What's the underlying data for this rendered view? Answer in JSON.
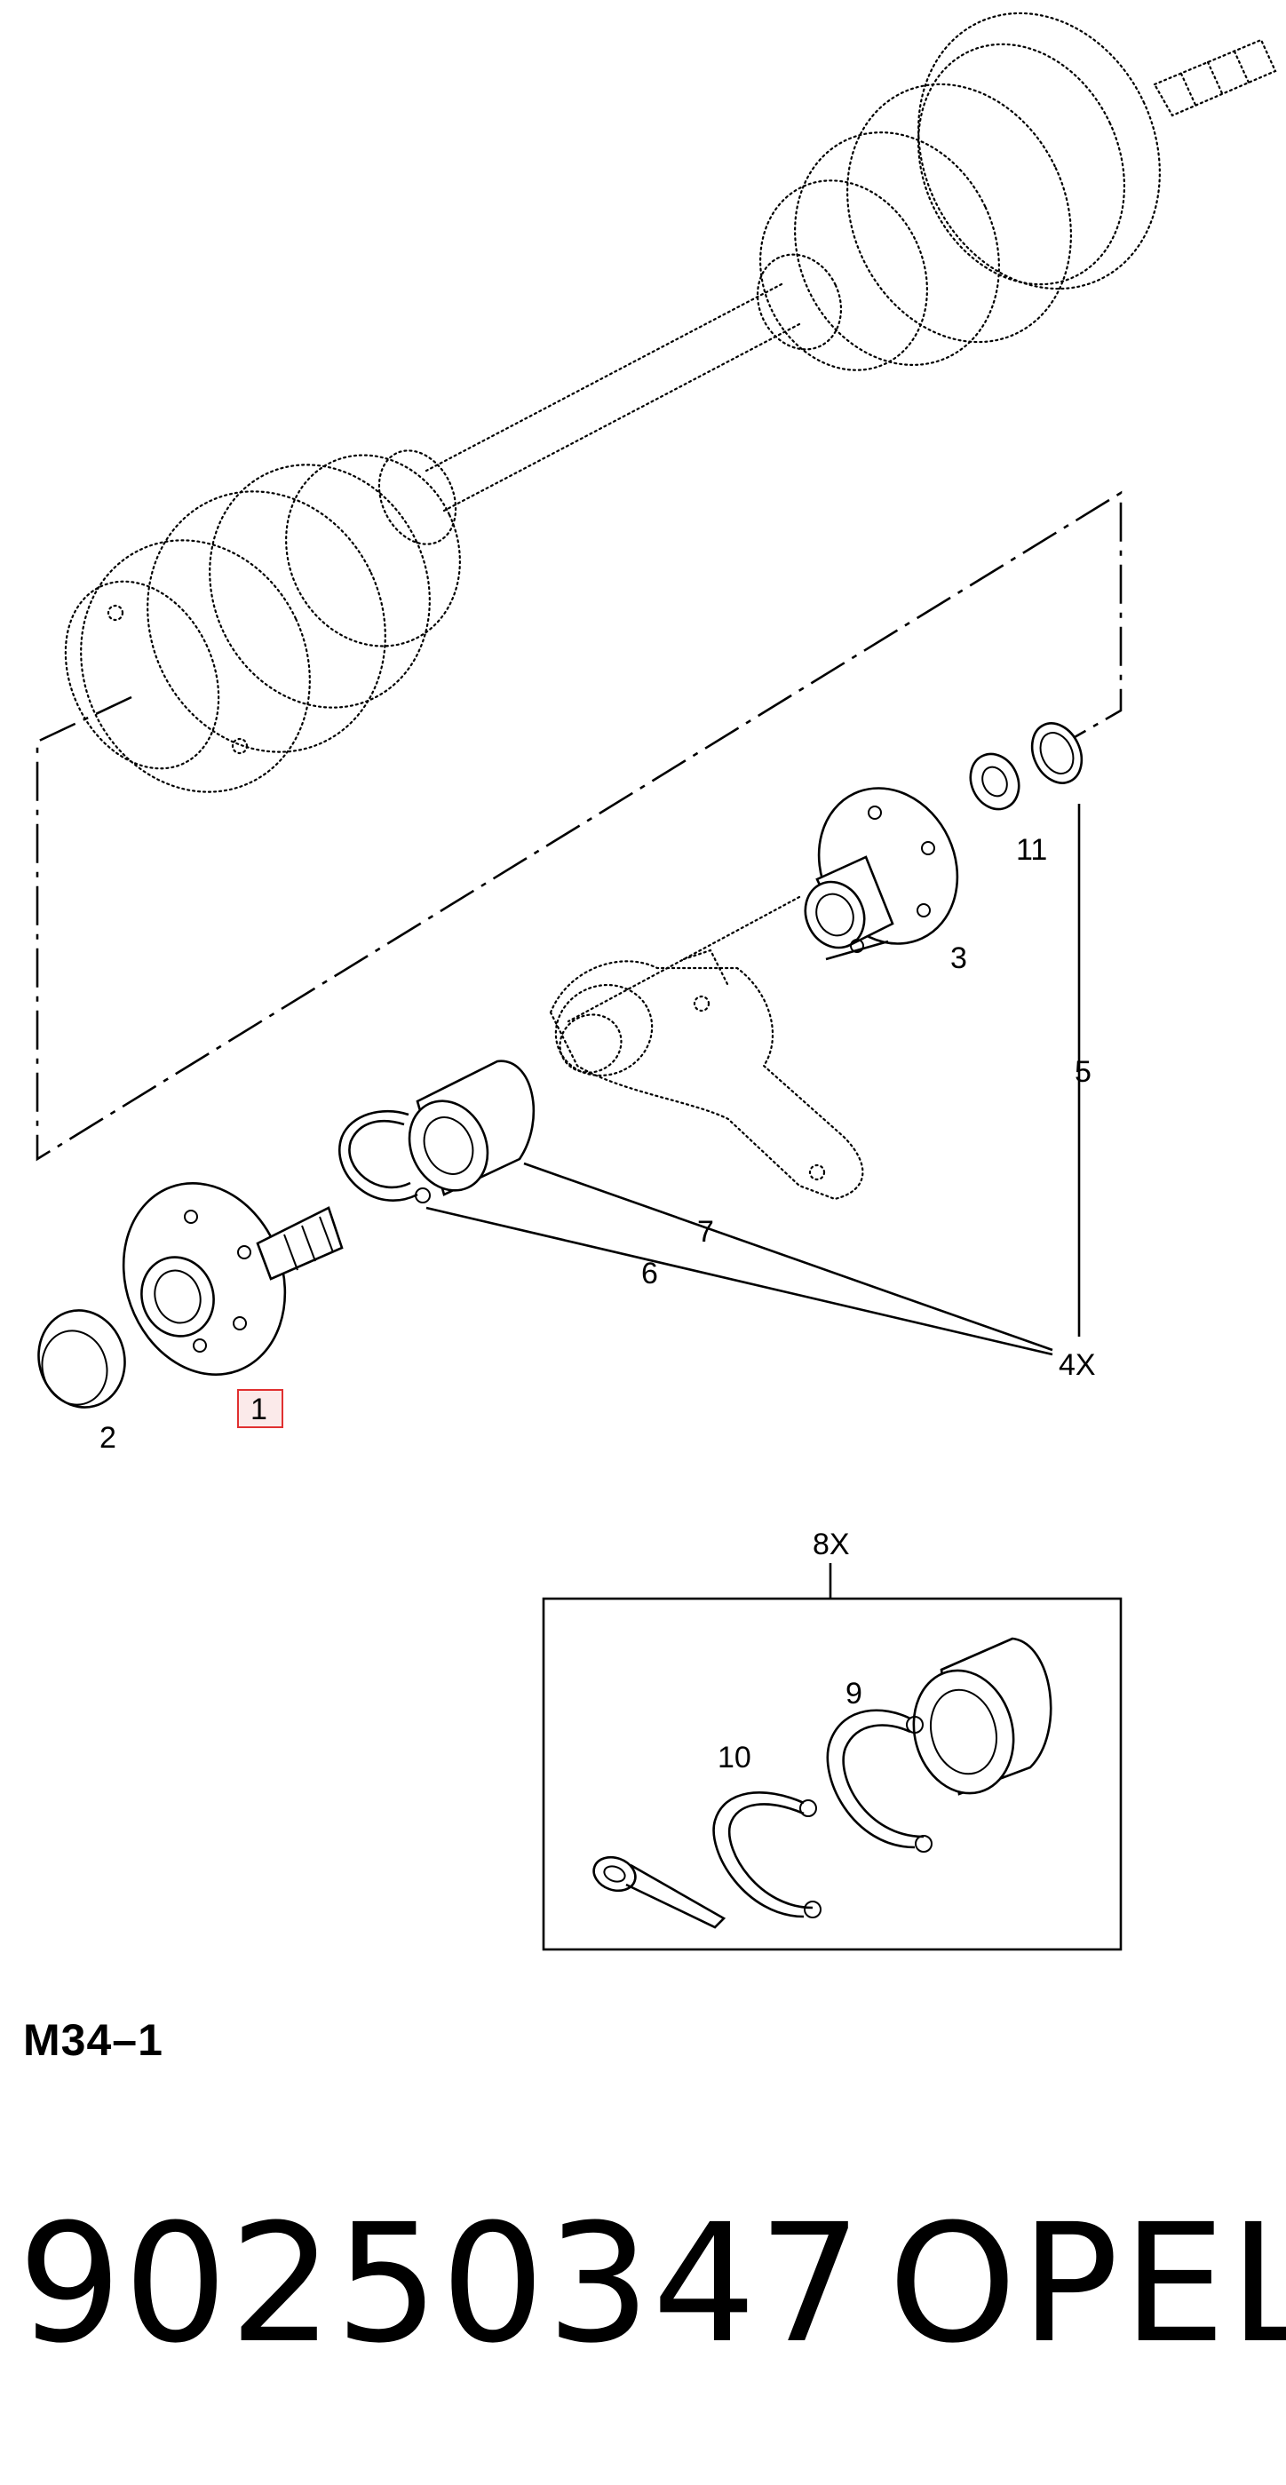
{
  "diagram": {
    "code": "M34–1",
    "part_number": "90250347",
    "brand": "OPEL",
    "callouts": {
      "c1": "1",
      "c2": "2",
      "c3": "3",
      "c5": "5",
      "c6": "6",
      "c7": "7",
      "c9": "9",
      "c10": "10",
      "c11": "11",
      "c4x": "4X",
      "c8x": "8X"
    },
    "highlight_color": "#e03030"
  }
}
